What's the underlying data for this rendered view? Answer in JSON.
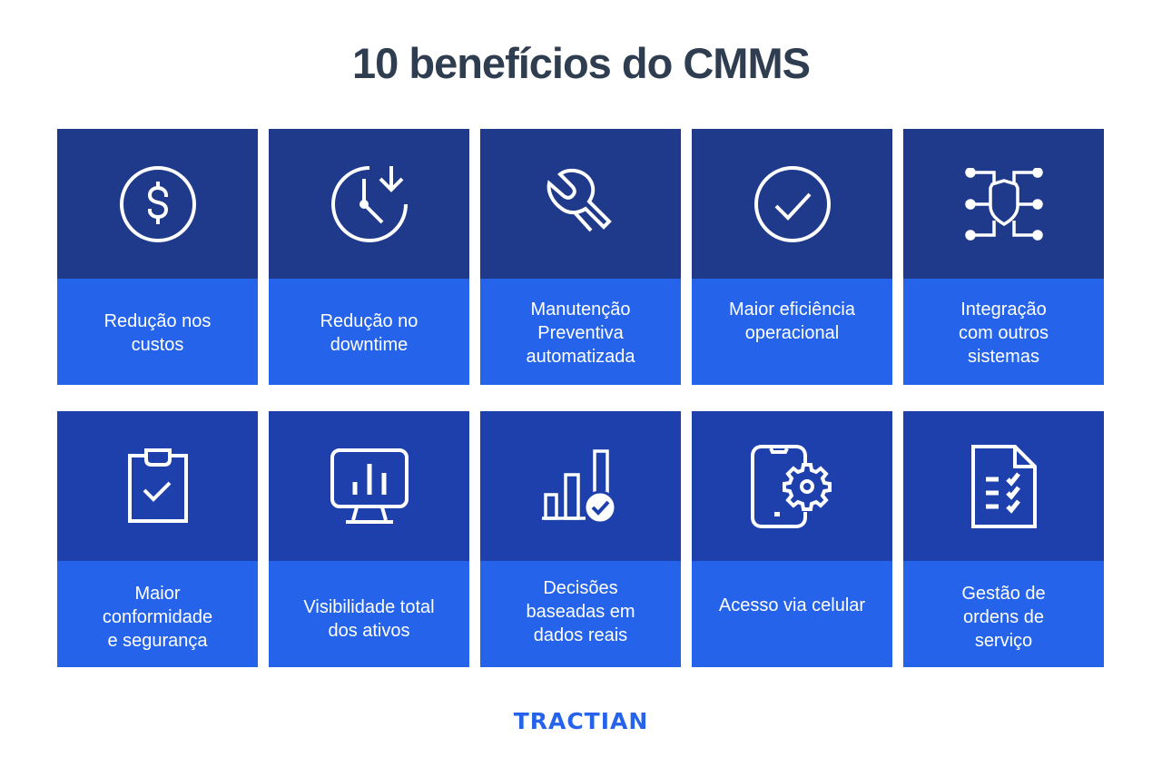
{
  "title": "10 benefícios do CMMS",
  "colors": {
    "title": "#2f3d50",
    "card_top_row1": "#1f3a8a",
    "card_top_row2": "#1e40ad",
    "card_bottom": "#2563eb",
    "brand": "#2563eb",
    "icon": "#ffffff"
  },
  "benefits": [
    {
      "icon": "dollar-circle-icon",
      "label": "Redução nos\ncustos"
    },
    {
      "icon": "clock-down-arrow-icon",
      "label": "Redução no\ndowntime"
    },
    {
      "icon": "wrench-icon",
      "label": "Manutenção\nPreventiva\nautomatizada"
    },
    {
      "icon": "check-circle-icon",
      "label": "Maior eficiência\noperacional"
    },
    {
      "icon": "shield-circuit-icon",
      "label": "Integração\ncom outros\nsistemas"
    },
    {
      "icon": "clipboard-check-icon",
      "label": "Maior\nconformidade\ne segurança"
    },
    {
      "icon": "monitor-chart-icon",
      "label": "Visibilidade total\ndos ativos"
    },
    {
      "icon": "bar-chart-check-icon",
      "label": "Decisões\nbaseadas em\ndados reais"
    },
    {
      "icon": "phone-gear-icon",
      "label": "Acesso via celular"
    },
    {
      "icon": "document-checklist-icon",
      "label": "Gestão de\nordens de\nserviço"
    }
  ],
  "footer": {
    "logo": "TRACTIAN"
  }
}
